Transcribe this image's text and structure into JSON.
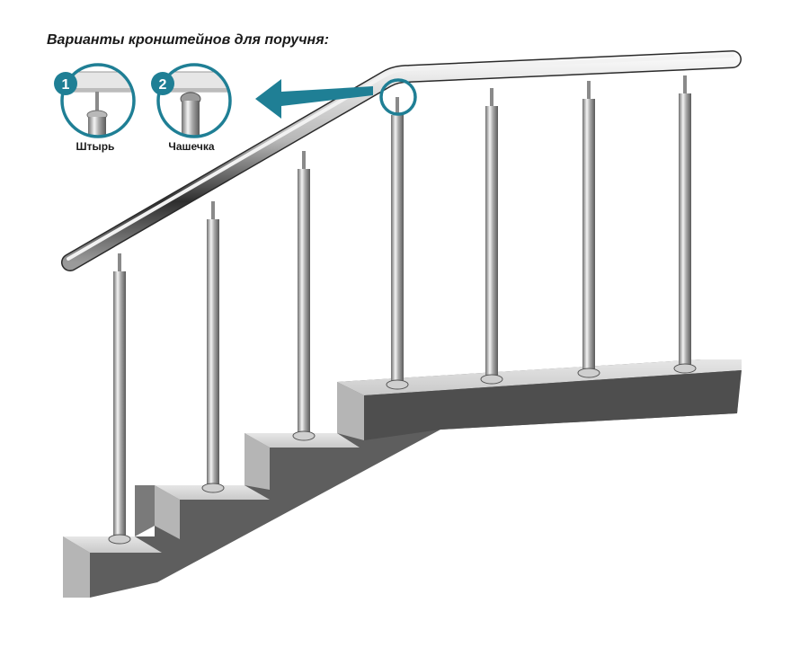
{
  "title": "Варианты кронштейнов для поручня:",
  "variants": [
    {
      "number": "1",
      "label": "Штырь"
    },
    {
      "number": "2",
      "label": "Чашечка"
    }
  ],
  "colors": {
    "accent": "#1f7f95",
    "stair_side": "#5e5e5e",
    "stair_top": "#d8d8d8"
  }
}
